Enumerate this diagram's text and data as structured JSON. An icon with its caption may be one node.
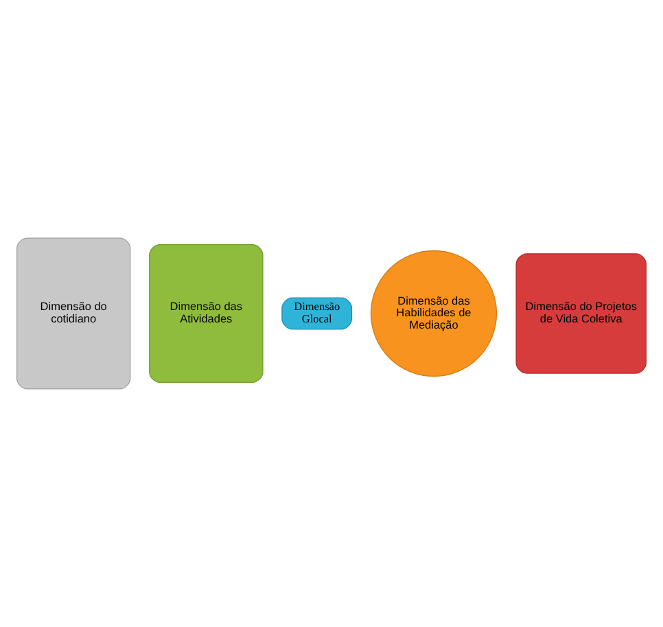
{
  "diagram": {
    "nodes": [
      {
        "text": [
          "Dimensão do cotidiano"
        ]
      },
      {
        "text": [
          "Dimensão das Atividades"
        ]
      },
      {
        "text": [
          "Dimensão Glocal"
        ]
      },
      {
        "text": [
          "Dimensão das Habilidades de Mediação"
        ]
      },
      {
        "text": [
          "Dimensão do Projetos de Vida Coletiva"
        ]
      }
    ],
    "edges": []
  }
}
